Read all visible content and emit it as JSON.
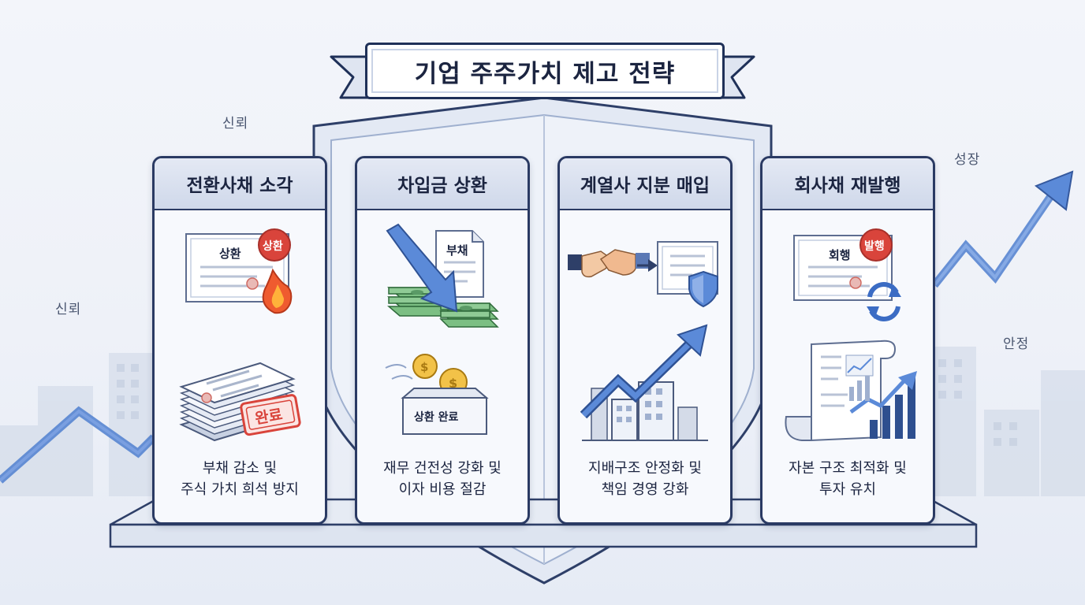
{
  "title": "기업 주주가치 제고 전략",
  "side_labels": {
    "left_top": "신뢰",
    "left_mid": "신뢰",
    "right_top": "성장",
    "right_mid": "안정"
  },
  "colors": {
    "navy": "#1f3058",
    "accent_blue": "#4a7fd4",
    "stamp_red": "#d9443b",
    "money_green": "#5a9a66",
    "coin_gold": "#e0a92b"
  },
  "cards": [
    {
      "title": "전환사채 소각",
      "document_label": "상환",
      "stamp_label": "상환",
      "complete_stamp": "완료",
      "caption_line1": "부채 감소 및",
      "caption_line2": "주식 가치 희석 방지",
      "icons": [
        "certificate-icon",
        "fire-icon",
        "document-stack-icon",
        "complete-stamp-icon"
      ]
    },
    {
      "title": "차입금 상환",
      "document_label": "부채",
      "box_label": "상환 완료",
      "caption_line1": "재무 건전성 강화 및",
      "caption_line2": "이자 비용 절감",
      "icons": [
        "money-stack-icon",
        "down-arrow-icon",
        "coin-icon",
        "box-icon"
      ]
    },
    {
      "title": "계열사 지분 매입",
      "caption_line1": "지배구조 안정화 및",
      "caption_line2": "책임 경영 강화",
      "icons": [
        "handshake-icon",
        "certificate-icon",
        "shield-icon",
        "growth-arrow-icon",
        "building-icon"
      ]
    },
    {
      "title": "회사채 재발행",
      "document_label": "회행",
      "stamp_label": "발행",
      "caption_line1": "자본 구조 최적화 및",
      "caption_line2": "투자 유치",
      "icons": [
        "certificate-icon",
        "refresh-icon",
        "report-icon",
        "bar-chart-icon"
      ]
    }
  ]
}
